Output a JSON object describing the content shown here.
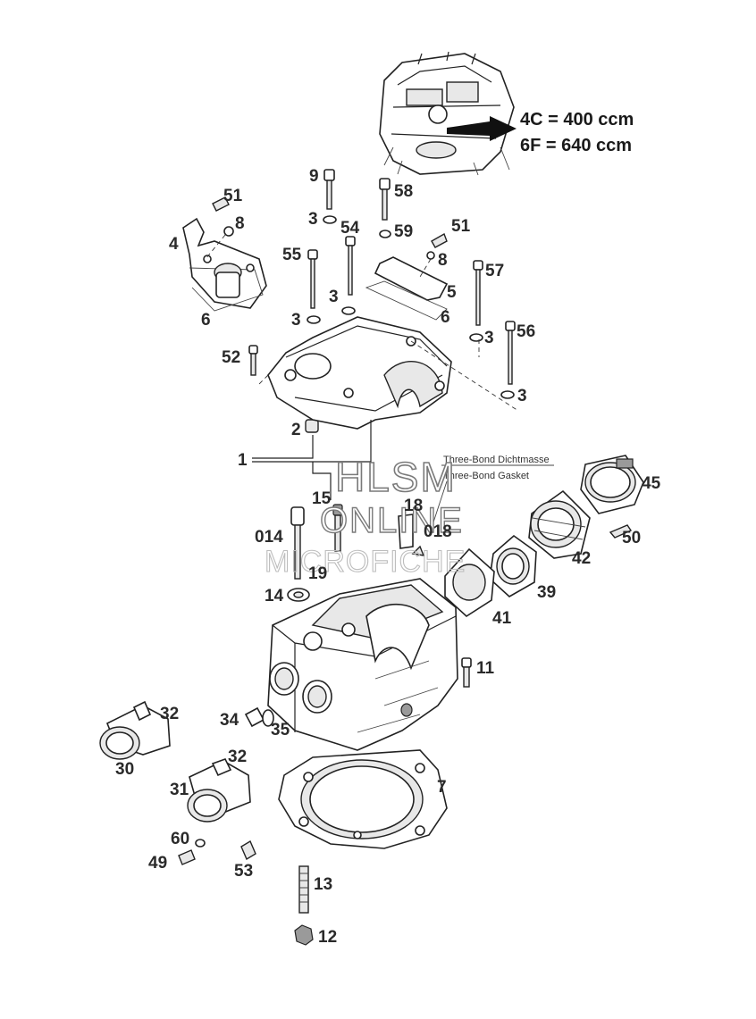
{
  "engine_variants": [
    {
      "label": "4C = 400 ccm"
    },
    {
      "label": "6F = 640 ccm"
    }
  ],
  "notes": {
    "line1": "Three-Bond Dichtmasse",
    "line2": "Three-Bond Gasket"
  },
  "watermark": {
    "line1": "HLSM",
    "line2": "ONLINE",
    "line3": "MICROFICHE"
  },
  "callouts": [
    "9",
    "58",
    "51",
    "8",
    "3",
    "54",
    "59",
    "51",
    "4",
    "55",
    "8",
    "57",
    "3",
    "5",
    "6",
    "3",
    "6",
    "3",
    "56",
    "52",
    "3",
    "2",
    "1",
    "15",
    "18",
    "014",
    "018",
    "45",
    "50",
    "42",
    "19",
    "14",
    "39",
    "41",
    "11",
    "32",
    "34",
    "35",
    "30",
    "32",
    "31",
    "7",
    "60",
    "49",
    "53",
    "13",
    "12"
  ]
}
